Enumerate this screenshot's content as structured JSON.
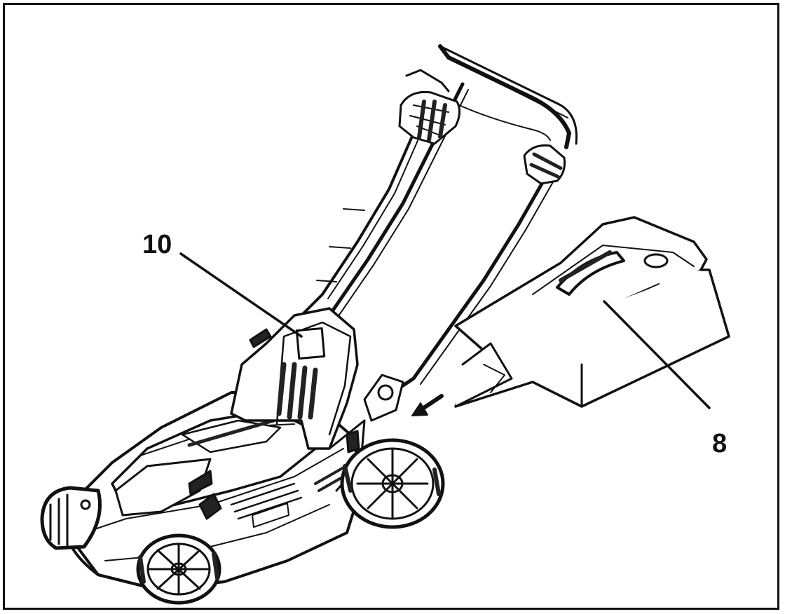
{
  "callouts": {
    "part_10": "10",
    "part_8": "8"
  },
  "colors": {
    "line": "#111111",
    "fill": "#ffffff",
    "dark": "#1a1a1a"
  },
  "icons": [
    "lawn-mower-drawing",
    "grass-catcher-drawing",
    "insert-direction-arrow-icon"
  ]
}
